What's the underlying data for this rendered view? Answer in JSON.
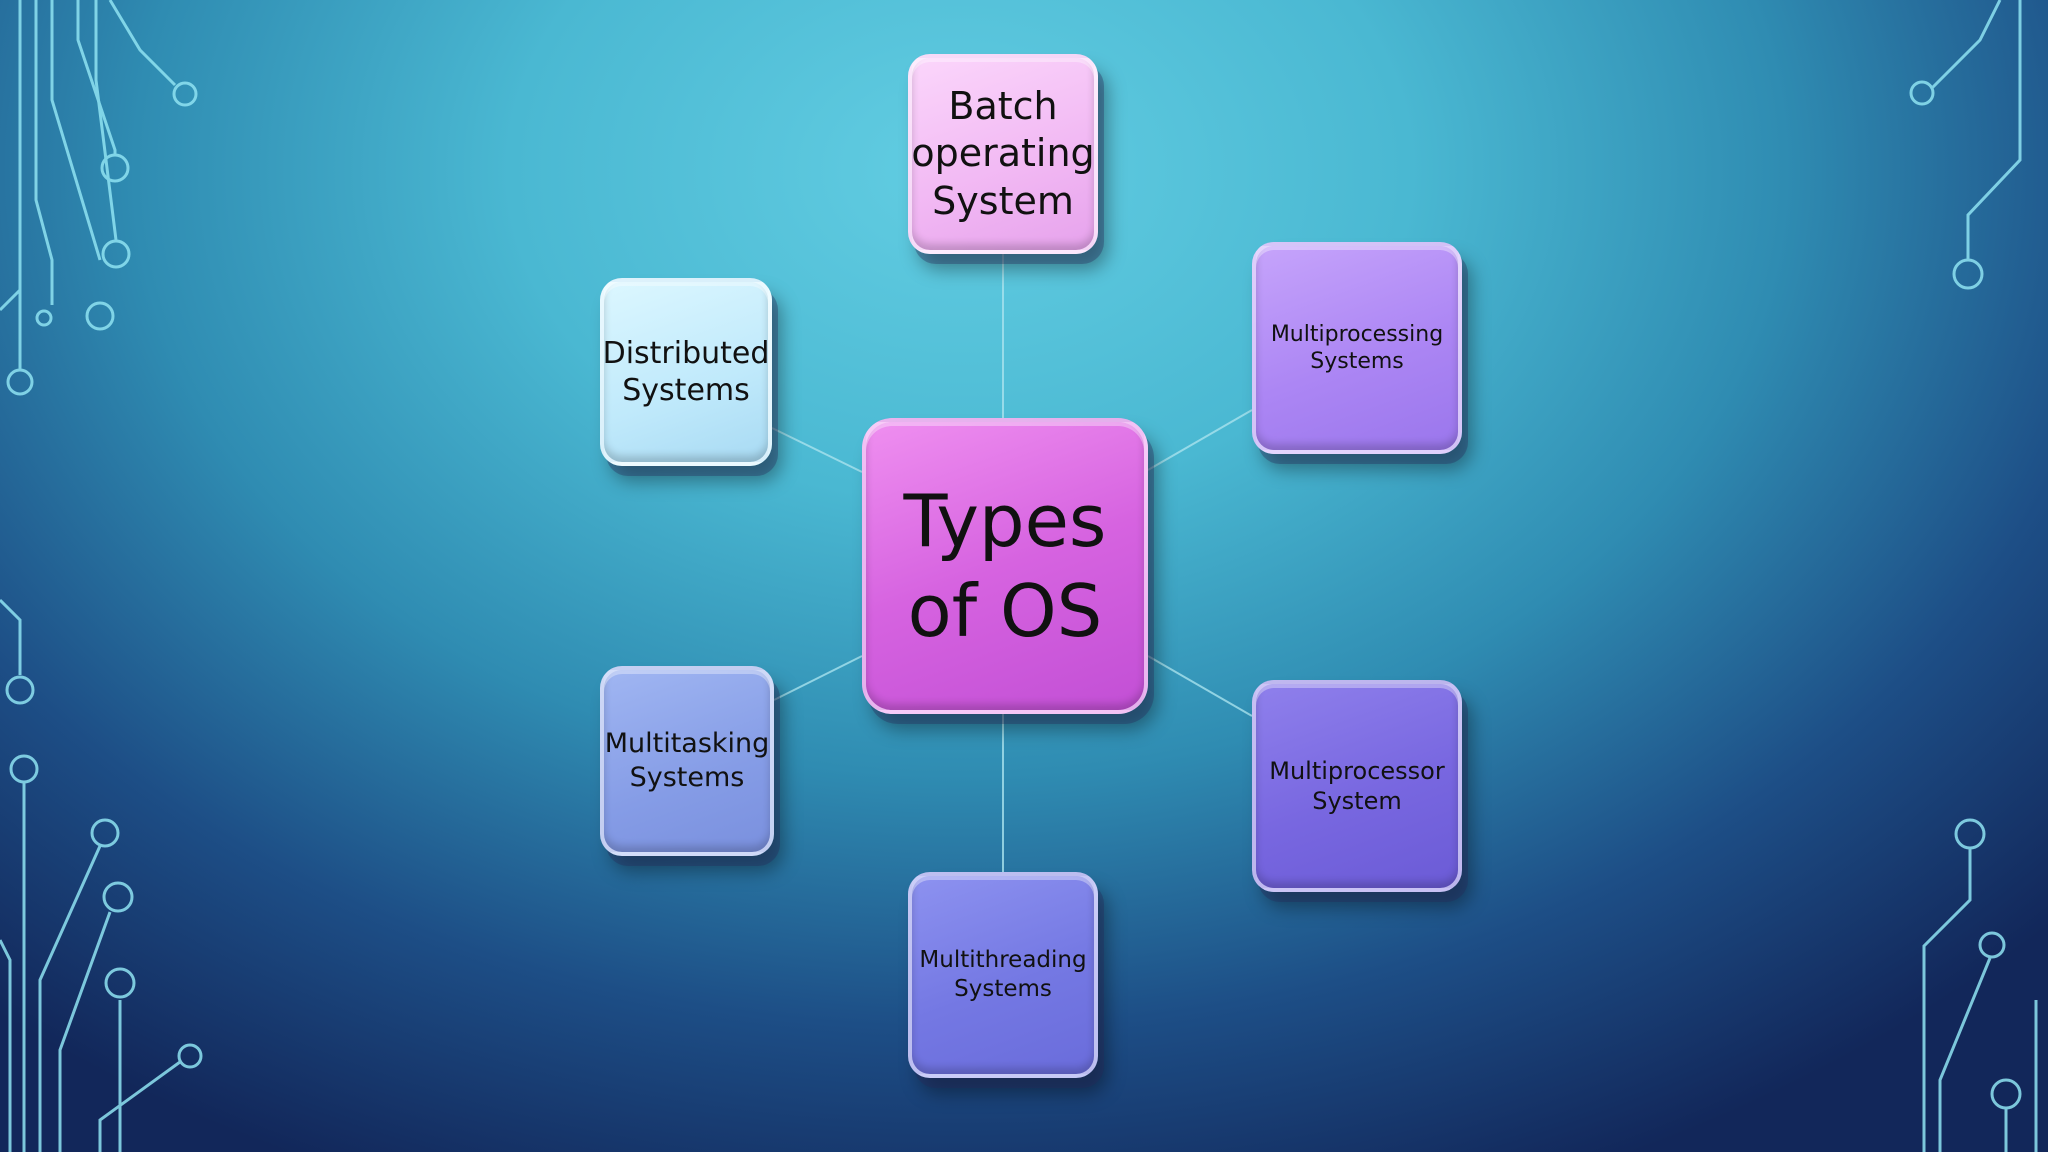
{
  "diagram": {
    "center": {
      "line1": "Types",
      "line2": "of OS"
    },
    "nodes": [
      {
        "id": "batch",
        "lines": [
          "Batch",
          "operating",
          "System"
        ]
      },
      {
        "id": "distributed",
        "lines": [
          "Distributed",
          "Systems"
        ]
      },
      {
        "id": "multiprocessing",
        "lines": [
          "Multiprocessing",
          "Systems"
        ]
      },
      {
        "id": "multitasking",
        "lines": [
          "Multitasking",
          "Systems"
        ]
      },
      {
        "id": "multiprocessor",
        "lines": [
          "Multiprocessor",
          "System"
        ]
      },
      {
        "id": "multithreading",
        "lines": [
          "Multithreading",
          "Systems"
        ]
      }
    ]
  },
  "colors": {
    "background_top": "#62cde2",
    "background_bottom": "#12275a",
    "circuit_lines": "#8fe3f2",
    "center_node": "#d663e0",
    "batch_node": "#f1b7f3",
    "distributed_node": "#bfe9fb",
    "multiprocessing_node": "#ac86f4",
    "multitasking_node": "#859ce6",
    "multiprocessor_node": "#7867e0",
    "multithreading_node": "#7478e3"
  }
}
